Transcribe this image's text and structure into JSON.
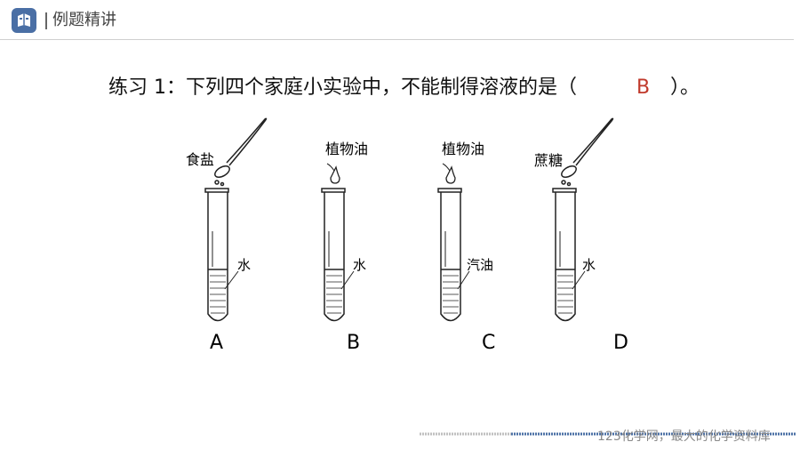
{
  "header": {
    "section_title": "例题精讲",
    "logo_icon": "book-logo-icon"
  },
  "question": {
    "text": "练习 1：下列四个家庭小实验中，不能制得溶液的是（",
    "answer": "B",
    "closing": "）。"
  },
  "experiments": [
    {
      "letter": "A",
      "added": "食盐",
      "liquid": "水",
      "adder": "spoon"
    },
    {
      "letter": "B",
      "added": "植物油",
      "liquid": "水",
      "adder": "drop"
    },
    {
      "letter": "C",
      "added": "植物油",
      "liquid": "汽油",
      "adder": "drop"
    },
    {
      "letter": "D",
      "added": "蔗糖",
      "liquid": "水",
      "adder": "spoon"
    }
  ],
  "footer": {
    "watermark": "123化学网，最大的化学资料库"
  },
  "colors": {
    "accent": "#c0392b",
    "logo": "#4a6fa5",
    "footer_bar": "#4a6fa5"
  }
}
